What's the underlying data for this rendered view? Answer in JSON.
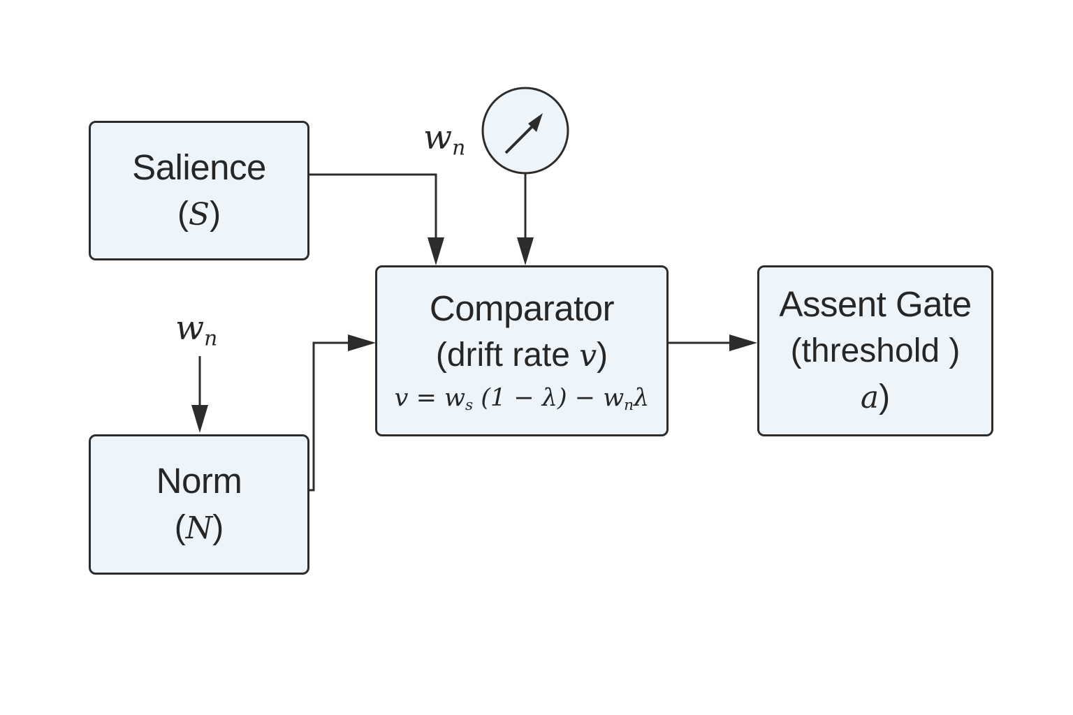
{
  "nodes": {
    "salience": {
      "title": "Salience",
      "open": "(",
      "symbol": "S",
      "close": ")"
    },
    "norm": {
      "title": "Norm",
      "open": "(",
      "symbol": "N",
      "close": ")"
    },
    "comparator": {
      "title": "Comparator",
      "subtitle_text": "(drift rate ",
      "subtitle_symbol": "v",
      "subtitle_close": ")",
      "formula": {
        "v": "v",
        "eq": " = ",
        "w1": "w",
        "w1_sub": "s",
        "mid": " (1 − λ) − ",
        "w2": "w",
        "w2_sub": "n",
        "lambda": "λ"
      }
    },
    "assent_gate": {
      "title": "Assent Gate",
      "subtitle": "(threshold )",
      "symbol": "a",
      "close": ")"
    }
  },
  "labels": {
    "dial_weight": {
      "base": "w",
      "sub": "n"
    },
    "norm_weight": {
      "base": "w",
      "sub": "n"
    }
  },
  "icons": [
    "dial-gauge-icon"
  ],
  "colors": {
    "box_fill": "#edf5fb",
    "stroke": "#2c2c2c",
    "text": "#262626"
  }
}
